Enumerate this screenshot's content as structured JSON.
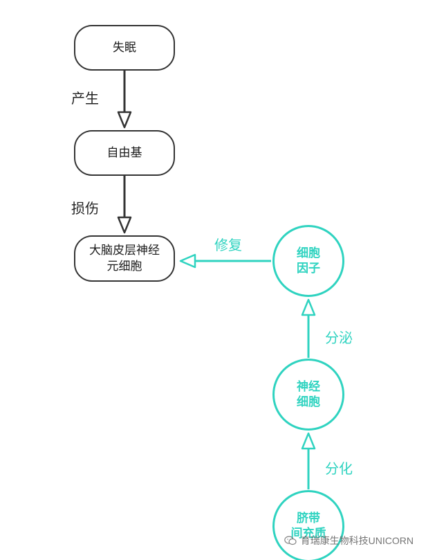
{
  "colors": {
    "dark": "#333333",
    "teal": "#2fd3c0",
    "background": "#ffffff"
  },
  "nodes": {
    "insomnia": "失眠",
    "free_radical": "自由基",
    "cortex_neuron": "大脑皮层神经\n元细胞",
    "cytokine": "细胞\n因子",
    "nerve_cell": "神经\n细胞",
    "umbilical_mesenchyme": "脐带\n间充质"
  },
  "edges": {
    "produce": "产生",
    "damage": "损伤",
    "repair": "修复",
    "secrete": "分泌",
    "differentiate": "分化"
  },
  "watermark": {
    "text": "育瑞康生物科技UNICORN",
    "icon": "wechat-icon"
  }
}
